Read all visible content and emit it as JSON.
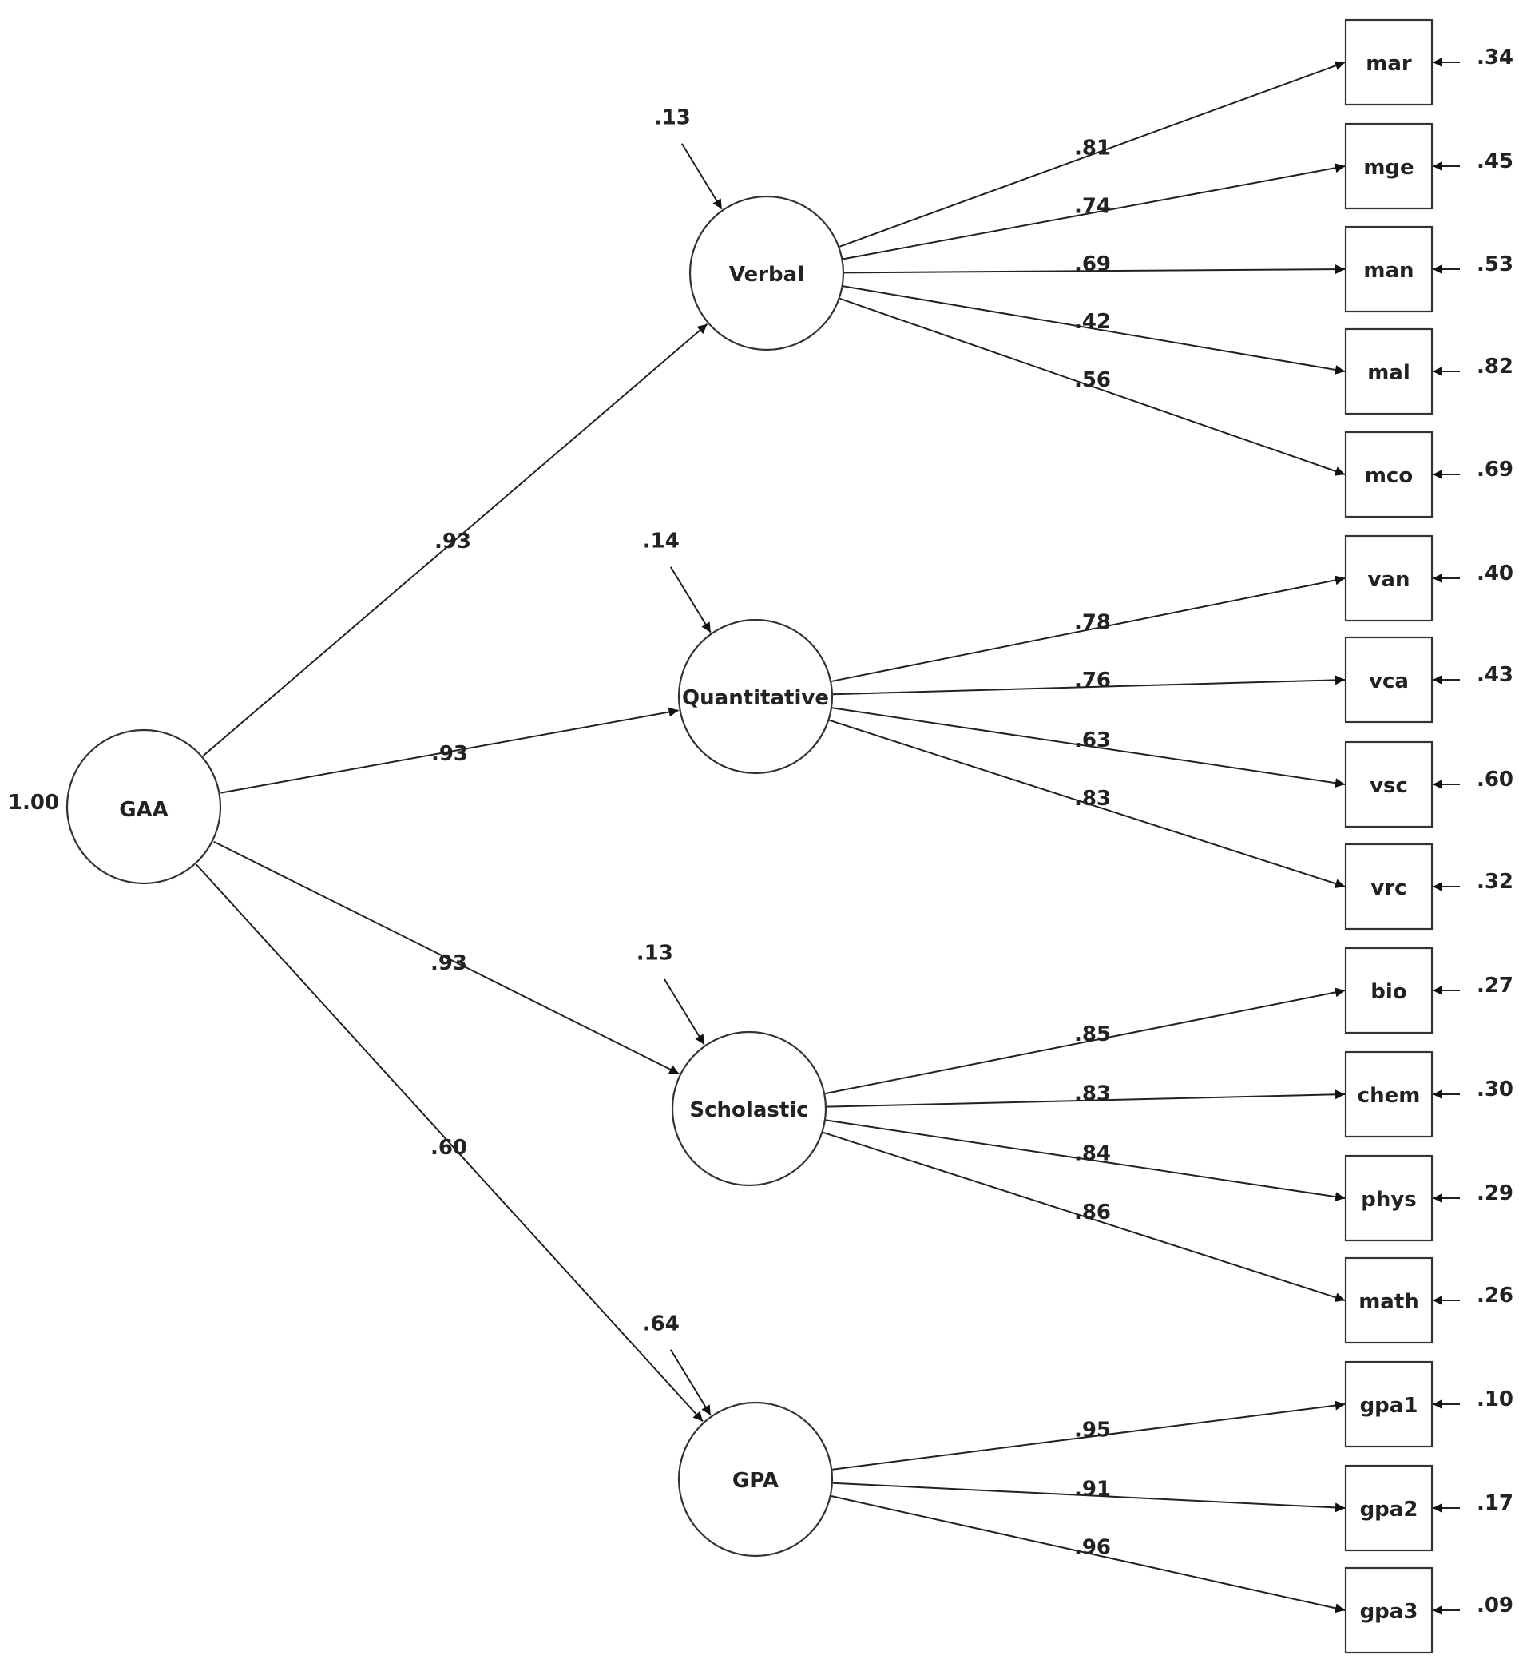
{
  "general": {
    "label": "GAA",
    "variance": "1.00"
  },
  "factors": [
    {
      "id": "verbal",
      "label": "Verbal",
      "loading": ".93",
      "disturbance": ".13"
    },
    {
      "id": "quantitative",
      "label": "Quantitative",
      "loading": ".93",
      "disturbance": ".14"
    },
    {
      "id": "scholastic",
      "label": "Scholastic",
      "loading": ".93",
      "disturbance": ".13"
    },
    {
      "id": "gpa",
      "label": "GPA",
      "loading": ".60",
      "disturbance": ".64"
    }
  ],
  "indicators": [
    {
      "label": "mar",
      "factor": 0,
      "loading": ".81",
      "error": ".34"
    },
    {
      "label": "mge",
      "factor": 0,
      "loading": ".74",
      "error": ".45"
    },
    {
      "label": "man",
      "factor": 0,
      "loading": ".69",
      "error": ".53"
    },
    {
      "label": "mal",
      "factor": 0,
      "loading": ".42",
      "error": ".82"
    },
    {
      "label": "mco",
      "factor": 0,
      "loading": ".56",
      "error": ".69"
    },
    {
      "label": "van",
      "factor": 1,
      "loading": ".78",
      "error": ".40"
    },
    {
      "label": "vca",
      "factor": 1,
      "loading": ".76",
      "error": ".43"
    },
    {
      "label": "vsc",
      "factor": 1,
      "loading": ".63",
      "error": ".60"
    },
    {
      "label": "vrc",
      "factor": 1,
      "loading": ".83",
      "error": ".32"
    },
    {
      "label": "bio",
      "factor": 2,
      "loading": ".85",
      "error": ".27"
    },
    {
      "label": "chem",
      "factor": 2,
      "loading": ".83",
      "error": ".30"
    },
    {
      "label": "phys",
      "factor": 2,
      "loading": ".84",
      "error": ".29"
    },
    {
      "label": "math",
      "factor": 2,
      "loading": ".86",
      "error": ".26"
    },
    {
      "label": "gpa1",
      "factor": 3,
      "loading": ".95",
      "error": ".10"
    },
    {
      "label": "gpa2",
      "factor": 3,
      "loading": ".91",
      "error": ".17"
    },
    {
      "label": "gpa3",
      "factor": 3,
      "loading": ".96",
      "error": ".09"
    }
  ]
}
